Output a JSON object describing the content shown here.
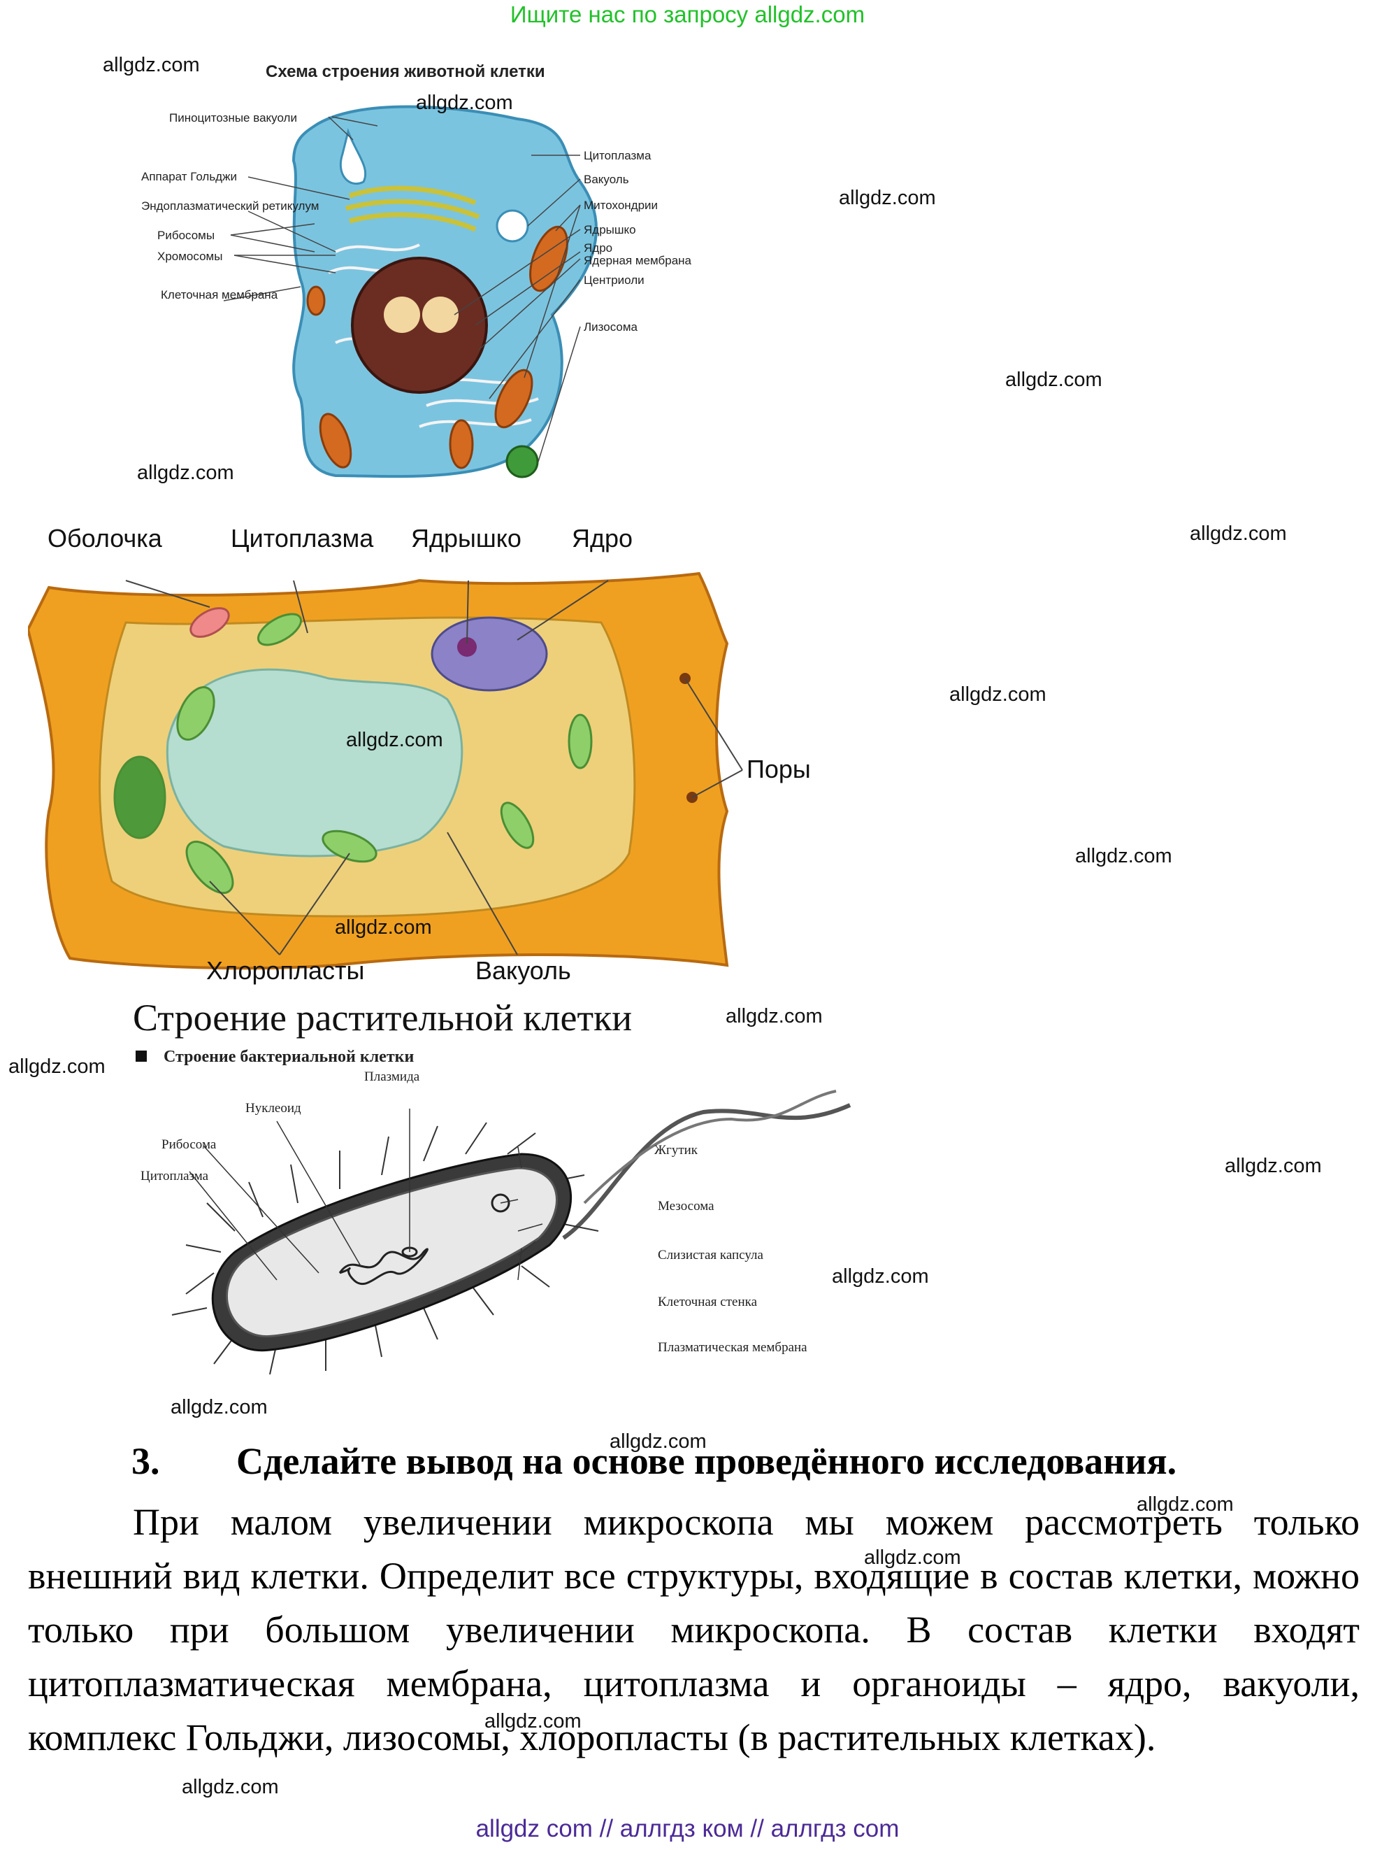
{
  "banner": "Ищите нас по запросу allgdz.com",
  "watermark": "allgdz.com",
  "animal_cell": {
    "title": "Схема строения животной клетки",
    "labels": {
      "pinocytic": "Пиноцитозные вакуоли",
      "golgi": "Аппарат Гольджи",
      "er": "Эндоплазматический ретикулум",
      "ribosomes": "Рибосомы",
      "chromosomes": "Хромосомы",
      "membrane": "Клеточная мембрана",
      "cytoplasm": "Цитоплазма",
      "vacuole": "Вакуоль",
      "mitochondria": "Митохондрии",
      "nucleolus": "Ядрышко",
      "nucleus": "Ядро",
      "nuclear_membrane": "Ядерная мембрана",
      "centrioles": "Центриоли",
      "lysosome": "Лизосома"
    }
  },
  "plant_cell": {
    "labels": {
      "wall": "Оболочка",
      "cytoplasm": "Цитоплазма",
      "nucleolus": "Ядрышко",
      "nucleus": "Ядро",
      "pores": "Поры",
      "chloroplasts": "Хлоропласты",
      "vacuole": "Вакуоль"
    },
    "caption": "Строение растительной клетки"
  },
  "bacterial_cell": {
    "title": "Строение бактериальной клетки",
    "labels": {
      "plasmid": "Плазмида",
      "nucleoid": "Нуклеоид",
      "ribosome": "Рибосома",
      "cytoplasm": "Цитоплазма",
      "flagellum": "Жгутик",
      "mesosome": "Мезосома",
      "capsule": "Слизистая капсула",
      "wall": "Клеточная стенка",
      "plasma_membrane": "Плазматическая мембрана"
    }
  },
  "section": {
    "number": "3.",
    "title": "Сделайте вывод на основе проведённого исследования.",
    "text": "При малом увеличении микроскопа мы можем рассмотреть только внешний вид клетки. Определит все структуры, входящие в состав клетки, можно только при большом увеличении микроскопа. В состав клетки входят цитоплазматическая мембрана, цитоплазма и органоиды – ядро, вакуоли, комплекс Гольджи, лизосомы, хлоропласты (в растительных клетках)."
  },
  "footer": "allgdz com  //  аллгдз ком  //  аллгдз com"
}
